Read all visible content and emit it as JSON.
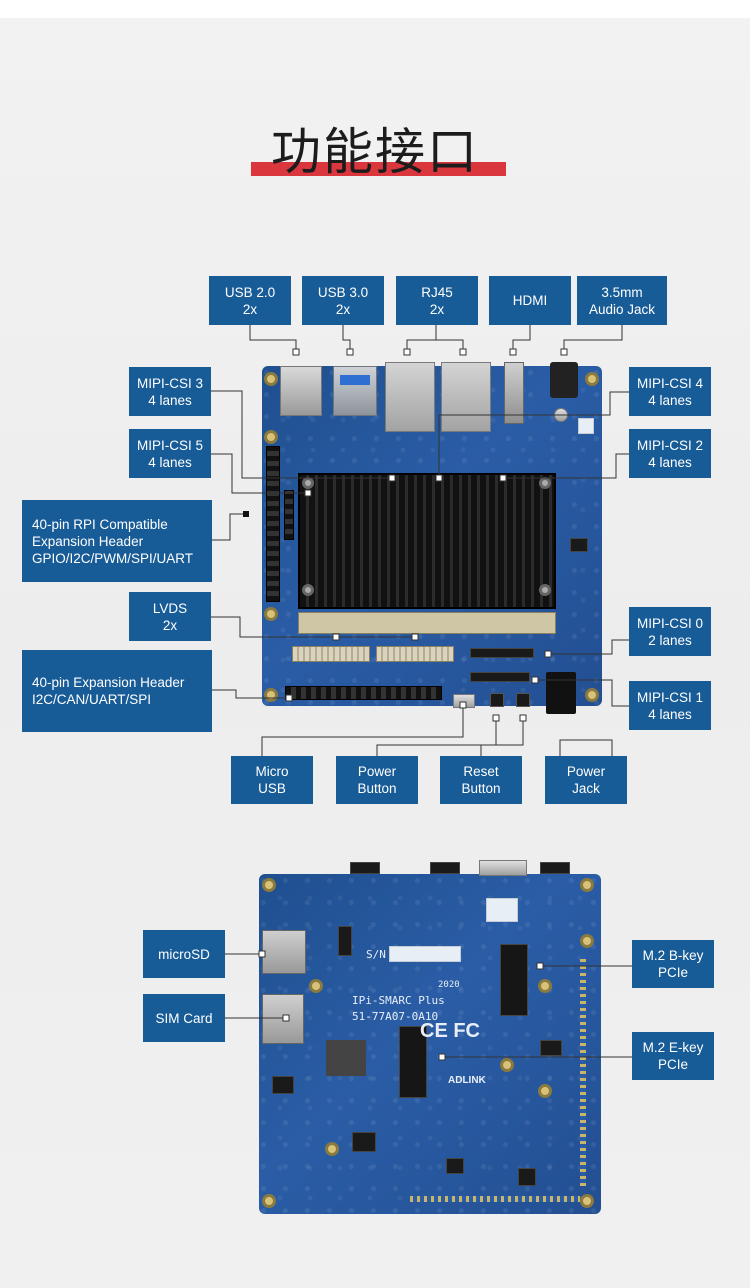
{
  "title": "功能接口",
  "labels": {
    "usb2": "USB 2.0\n2x",
    "usb3": "USB 3.0\n2x",
    "rj45": "RJ45\n2x",
    "hdmi": "HDMI",
    "audio": "3.5mm\nAudio Jack",
    "mipi3": "MIPI-CSI 3\n4 lanes",
    "mipi5": "MIPI-CSI 5\n4 lanes",
    "mipi4": "MIPI-CSI 4\n4 lanes",
    "mipi2": "MIPI-CSI 2\n4 lanes",
    "rpi": "40-pin RPI Compatible\nExpansion Header\nGPIO/I2C/PWM/SPI/UART",
    "lvds": "LVDS\n2x",
    "exp40": "40-pin Expansion Header\nI2C/CAN/UART/SPI",
    "mipi0": "MIPI-CSI 0\n2 lanes",
    "mipi1": "MIPI-CSI 1\n4 lanes",
    "microusb": "Micro\nUSB",
    "power_button": "Power\nButton",
    "reset_button": "Reset\nButton",
    "power_jack": "Power\nJack",
    "microsd": "microSD",
    "simcard": "SIM Card",
    "m2b": "M.2 B-key\nPCIe",
    "m2e": "M.2 E-key\nPCIe"
  },
  "silkscreen": {
    "sn": "S/N",
    "model": "IPi-SMARC Plus",
    "part_no": "51-77A07-0A10",
    "year": "2020",
    "ce_fc": "CE FC",
    "brand": "ADLINK"
  },
  "colors": {
    "label_bg": "#175b97",
    "accent_bar": "#d9363e",
    "board": "#2a5da6"
  }
}
